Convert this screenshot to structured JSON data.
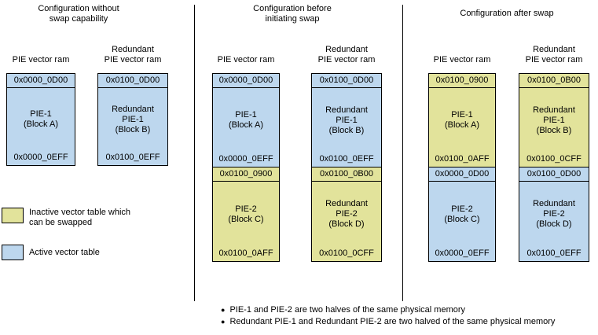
{
  "colors": {
    "active_table": "#BDD7EE",
    "inactive_table": "#E2E39B",
    "border": "#000000"
  },
  "sections": [
    {
      "title": "Configuration without\nswap capability",
      "columns": [
        {
          "header": "PIE vector ram",
          "blocks": [
            {
              "start": "0x0000_0D00",
              "label": "PIE-1\n(Block A)",
              "end": "0x0000_0EFF",
              "state": "active"
            }
          ]
        },
        {
          "header": "Redundant\nPIE vector ram",
          "blocks": [
            {
              "start": "0x0100_0D00",
              "label": "Redundant\nPIE-1\n(Block B)",
              "end": "0x0100_0EFF",
              "state": "active"
            }
          ]
        }
      ]
    },
    {
      "title": "Configuration before\ninitiating swap",
      "columns": [
        {
          "header": "PIE vector ram",
          "blocks": [
            {
              "start": "0x0000_0D00",
              "label": "PIE-1\n(Block A)",
              "end": "0x0000_0EFF",
              "state": "active"
            },
            {
              "start": "0x0100_0900",
              "label": "PIE-2\n(Block C)",
              "end": "0x0100_0AFF",
              "state": "inactive"
            }
          ]
        },
        {
          "header": "Redundant\nPIE vector ram",
          "blocks": [
            {
              "start": "0x0100_0D00",
              "label": "Redundant\nPIE-1\n(Block B)",
              "end": "0x0100_0EFF",
              "state": "active"
            },
            {
              "start": "0x0100_0B00",
              "label": "Redundant\nPIE-2\n(Block D)",
              "end": "0x0100_0CFF",
              "state": "inactive"
            }
          ]
        }
      ]
    },
    {
      "title": "Configuration after swap",
      "columns": [
        {
          "header": "PIE vector ram",
          "blocks": [
            {
              "start": "0x0100_0900",
              "label": "PIE-1\n(Block A)",
              "end": "0x0100_0AFF",
              "state": "inactive"
            },
            {
              "start": "0x0000_0D00",
              "label": "PIE-2\n(Block C)",
              "end": "0x0000_0EFF",
              "state": "active"
            }
          ]
        },
        {
          "header": "Redundant\nPIE vector ram",
          "blocks": [
            {
              "start": "0x0100_0B00",
              "label": "Redundant\nPIE-1\n(Block B)",
              "end": "0x0100_0CFF",
              "state": "inactive"
            },
            {
              "start": "0x0100_0D00",
              "label": "Redundant\nPIE-2\n(Block D)",
              "end": "0x0100_0EFF",
              "state": "active"
            }
          ]
        }
      ]
    }
  ],
  "legend": [
    {
      "swatch": "inactive",
      "label": "Inactive vector table which\ncan be swapped"
    },
    {
      "swatch": "active",
      "label": "Active vector table"
    }
  ],
  "notes": {
    "bullet": "●",
    "items": [
      "PIE-1 and PIE-2 are two halves of the same physical memory",
      "Redundant PIE-1 and Redundant PIE-2 are two halved of the same physical memory"
    ]
  }
}
